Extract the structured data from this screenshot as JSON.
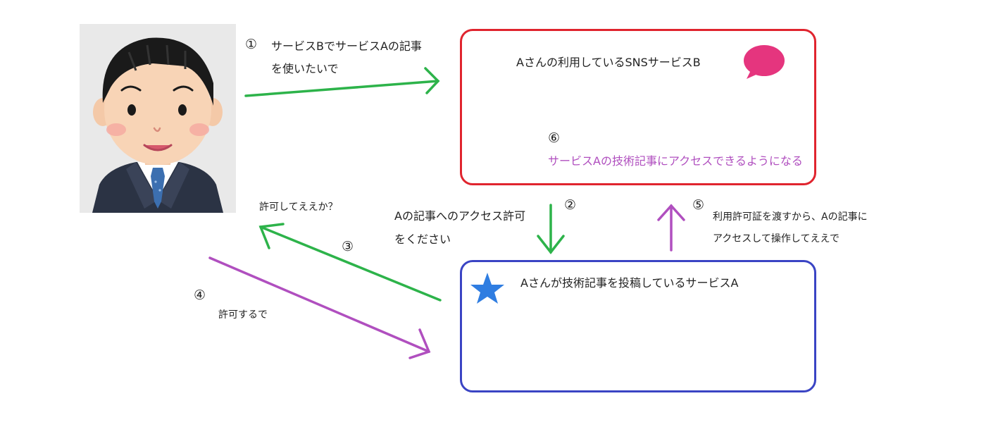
{
  "service_b": {
    "title": "Aさんの利用しているSNSサービスB",
    "result_number": "⑥",
    "result_text": "サービスAの技術記事にアクセスできるようになる"
  },
  "service_a": {
    "title": "Aさんが技術記事を投稿しているサービスA"
  },
  "steps": [
    {
      "number": "①",
      "lines": [
        "サービスBでサービスAの記事",
        "を使いたいで"
      ]
    },
    {
      "number": "②",
      "lines": [
        "Aの記事へのアクセス許可",
        "をください"
      ]
    },
    {
      "number": "③",
      "lines": [
        "許可してええか？"
      ]
    },
    {
      "number": "④",
      "lines": [
        "許可するで"
      ]
    },
    {
      "number": "⑤",
      "lines": [
        "利用許可証を渡すから、Aの記事に",
        "アクセスして操作してええで"
      ]
    }
  ],
  "colors": {
    "green_arrow": "#2db34a",
    "purple_arrow": "#b04fbf",
    "service_b_border": "#e0242e",
    "service_a_border": "#3a44c4",
    "chat_bubble": "#e5357e",
    "star": "#2f7de1"
  },
  "icons": [
    "person-illustration",
    "chat-bubble-icon",
    "star-icon"
  ]
}
